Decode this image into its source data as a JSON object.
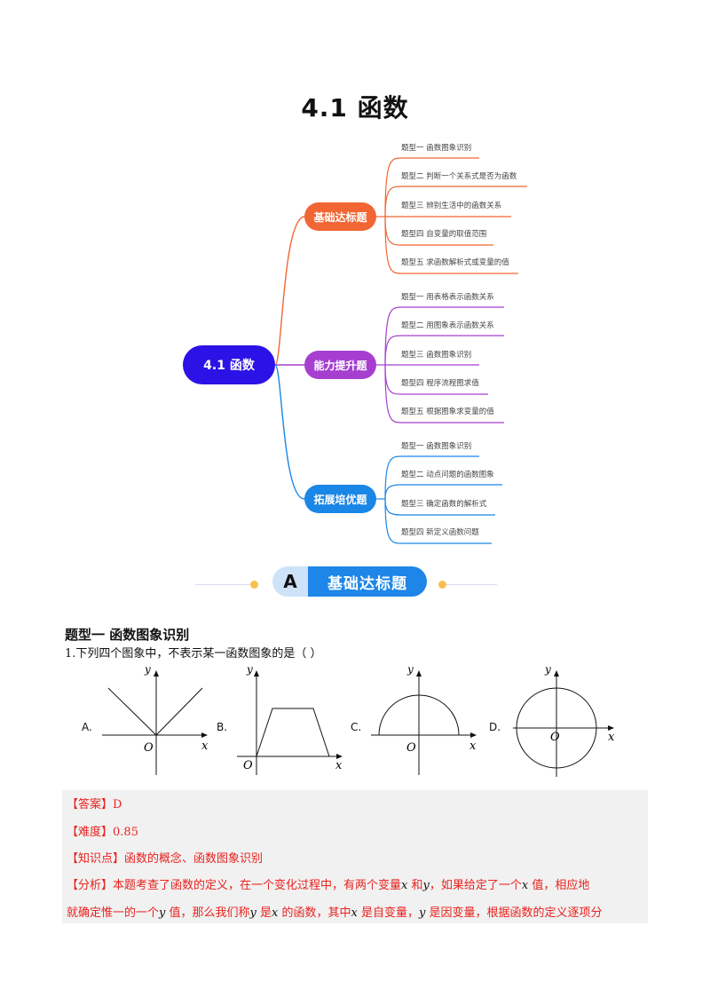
{
  "document": {
    "title": "4.1  函数"
  },
  "mindmap": {
    "root": {
      "label": "4.1  函数",
      "color": "#2b12e6"
    },
    "branches": [
      {
        "label": "基础达标题",
        "color": "#f26634",
        "leaves": [
          "题型一 函数图象识别",
          "题型二 判断一个关系式是否为函数",
          "题型三 辨别生活中的函数关系",
          "题型四 自变量的取值范围",
          "题型五 求函数解析式或变量的值"
        ]
      },
      {
        "label": "能力提升题",
        "color": "#a63fd0",
        "leaves": [
          "题型一 用表格表示函数关系",
          "题型二 用图象表示函数关系",
          "题型三 函数图象识别",
          "题型四 程序流程图求值",
          "题型五 根据图象求变量的值"
        ]
      },
      {
        "label": "拓展培优题",
        "color": "#1a86e6",
        "leaves": [
          "题型一 函数图象识别",
          "题型二 动点问题的函数图象",
          "题型三 确定函数的解析式",
          "题型四 新定义函数问题"
        ]
      }
    ]
  },
  "banner": {
    "letter": "A",
    "label": "基础达标题",
    "colors": {
      "letter_bg": "#cfe3f8",
      "label_bg": "#1d86e8",
      "dot": "#f7c04e"
    }
  },
  "section": {
    "heading": "题型一  函数图象识别"
  },
  "question": {
    "text": "1.下列四个图象中，不表示某一函数图象的是（    ）",
    "options": [
      {
        "label": "A.",
        "graph": "v-shape (absolute value)"
      },
      {
        "label": "B.",
        "graph": "trapezoid"
      },
      {
        "label": "C.",
        "graph": "upper semicircle"
      },
      {
        "label": "D.",
        "graph": "full circle"
      }
    ],
    "axis_labels": {
      "x": "x",
      "y": "y",
      "origin": "O"
    }
  },
  "answer": {
    "answer_tag": "【答案】",
    "answer_value": "D",
    "difficulty_tag": "【难度】",
    "difficulty_value": "0.85",
    "knowledge_tag": "【知识点】",
    "knowledge_value": "函数的概念、函数图象识别",
    "analysis_tag": "【分析】",
    "analysis_line1": [
      "本题考查了函数的定义，在一个变化过程中，有两个变量",
      "x",
      "和",
      "y",
      "，如果给定了一个",
      "x",
      "值，相应地"
    ],
    "analysis_line2": [
      "就确定惟一的一个",
      "y",
      "值，那么我们称",
      "y",
      "是",
      "x",
      "的函数，其中",
      "x",
      "是自变量，",
      "y",
      "是因变量，根据函数的定义逐项分"
    ],
    "color": "#e8221e"
  }
}
